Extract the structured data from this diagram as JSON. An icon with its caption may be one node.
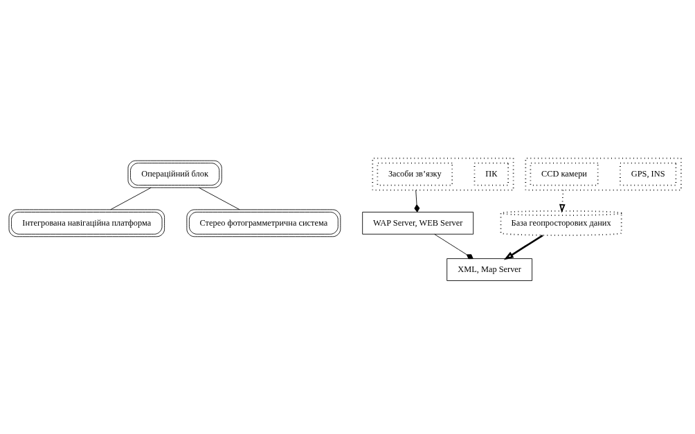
{
  "diagram": {
    "nodes": [
      {
        "text": [
          "Операційний блок"
        ]
      },
      {
        "text": [],
        "shape": "box"
      },
      {
        "text": [
          "ПК"
        ],
        "in": 1
      },
      {
        "text": [
          "Засоби зв’язку"
        ],
        "in": 1
      },
      {
        "text": [
          "WAP Server, WEB Server"
        ]
      },
      {
        "text": [
          "XML, Map Server"
        ]
      },
      {
        "text": [],
        "shape": "box"
      },
      {
        "text": [
          "Інтегрована навігаційна платформа"
        ]
      },
      {
        "text": [
          "GPS, INS"
        ],
        "in": 6
      },
      {
        "text": [
          "Стерео фотограмметрична система"
        ]
      },
      {
        "text": [
          "CCD камери"
        ],
        "in": 6
      },
      {
        "text": [
          "База геопросторових даних"
        ]
      }
    ],
    "edges": [
      {
        "from": 0,
        "to": 7,
        "arrow": "none"
      },
      {
        "from": 0,
        "to": 9,
        "arrow": "none"
      },
      {
        "from": 1,
        "to": 4,
        "arrow": "other"
      },
      {
        "from": 4,
        "to": 5,
        "arrow": "other"
      },
      {
        "from": 6,
        "to": 11,
        "arrow": "to",
        "style": "dashed"
      },
      {
        "from": 11,
        "to": 5,
        "arrow": "to",
        "style": "thick"
      }
    ]
  }
}
